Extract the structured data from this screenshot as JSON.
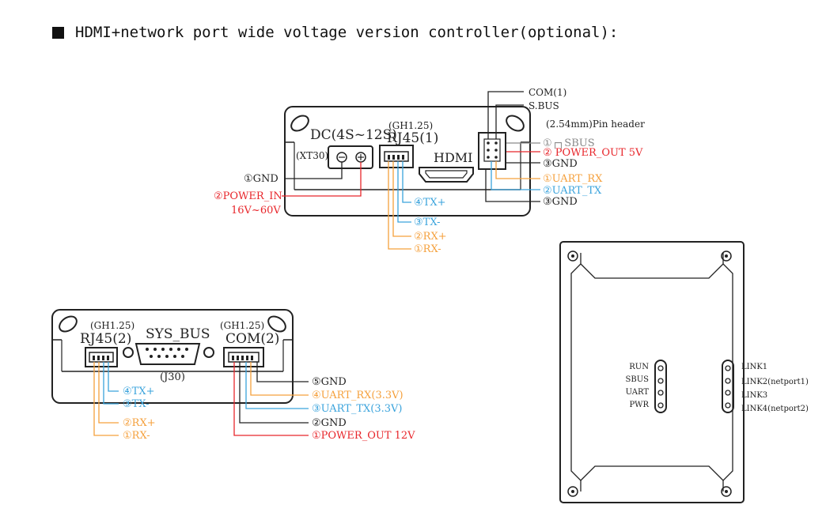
{
  "heading": "HDMI+network port wide voltage version controller(optional):",
  "colors": {
    "black": "#222222",
    "red": "#e8262b",
    "orange": "#f5a03c",
    "blue": "#3aa3dc",
    "gray": "#8a8a8a"
  },
  "top": {
    "dc_label": "DC(4S~12S)",
    "xt30": "(XT30)",
    "gh125": "(GH1.25)",
    "rj45": "RJ45(1)",
    "hdmi": "HDMI",
    "com1": "COM(1)",
    "sbus": "S.BUS",
    "pin_header": "(2.54mm)Pin header",
    "gnd1": "①GND",
    "power_in": "②POWER_IN",
    "power_range": "16V~60V",
    "tx_plus": "④TX+",
    "tx_minus": "③TX-",
    "rx_plus": "②RX+",
    "rx_minus": "①RX-",
    "pin_sbus": "①┌┐SBUS",
    "pin_power_out": "② POWER_OUT 5V",
    "pin_gnd3": "③GND",
    "pin_uart_rx": "①UART_RX",
    "pin_uart_tx": "②UART_TX",
    "pin_gnd3b": "③GND"
  },
  "bottom": {
    "gh125_a": "(GH1.25)",
    "rj45_2": "RJ45(2)",
    "sys_bus": "SYS_BUS",
    "gh125_b": "(GH1.25)",
    "com2": "COM(2)",
    "j30": "(J30)",
    "tx_plus": "④TX+",
    "tx_minus": "③TX-",
    "rx_plus": "②RX+",
    "rx_minus": "①RX-",
    "gnd5": "⑤GND",
    "uart_rx": "④UART_RX(3.3V)",
    "uart_tx": "③UART_TX(3.3V)",
    "gnd2": "②GND",
    "power_out": "①POWER_OUT 12V"
  },
  "panel": {
    "leds": [
      "RUN",
      "SBUS",
      "UART",
      "PWR"
    ],
    "links": [
      "LINK1",
      "LINK2(netport1)",
      "LINK3",
      "LINK4(netport2)"
    ]
  }
}
